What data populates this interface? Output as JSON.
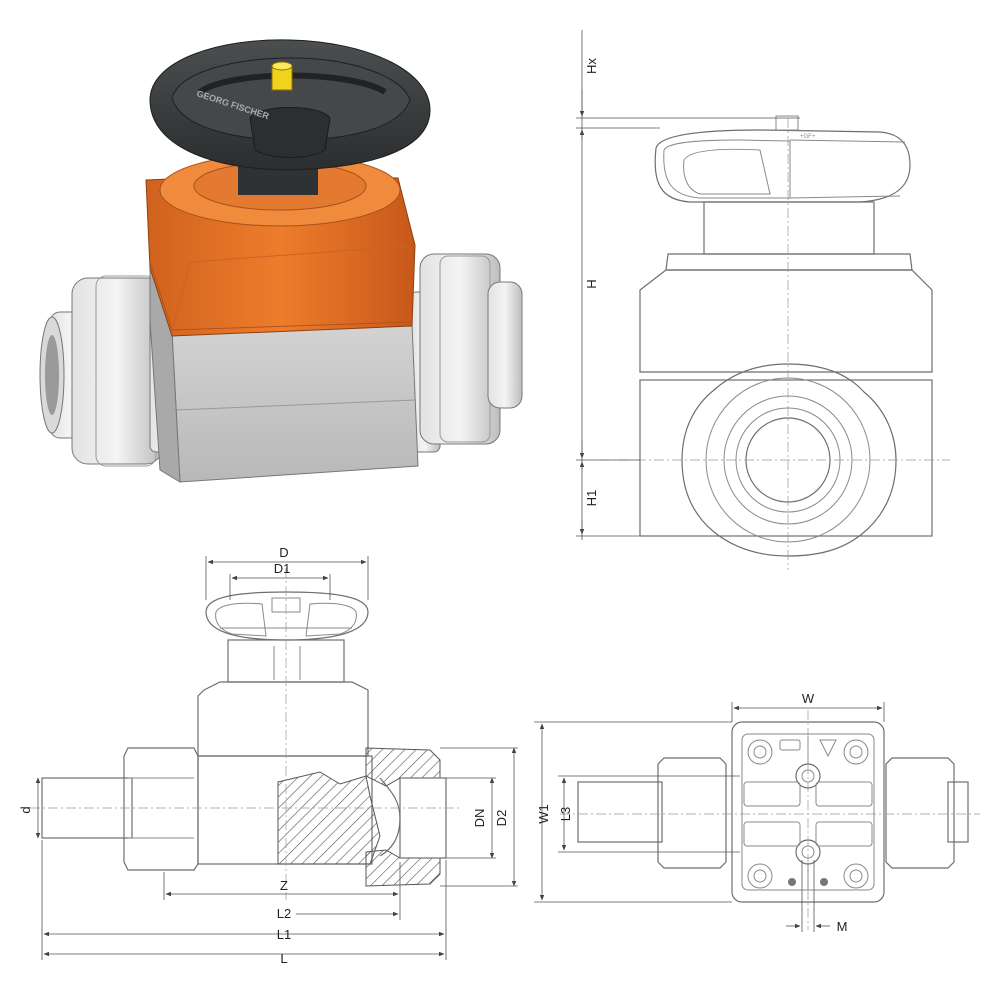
{
  "brand_logo_text": "GEORG FISCHER",
  "handwheel_label": "+GF+",
  "dimension_labels": {
    "Hx": "Hx",
    "H": "H",
    "H1": "H1",
    "D": "D",
    "D1": "D1",
    "d": "d",
    "DN": "DN",
    "D2": "D2",
    "Z": "Z",
    "L2": "L2",
    "L1": "L1",
    "L": "L",
    "W": "W",
    "W1": "W1",
    "L3": "L3",
    "M": "M"
  },
  "colors": {
    "handwheel": "#3a3d3e",
    "bonnet": "#e8762a",
    "body": "#c9c9c9",
    "indicator": "#f1d21c",
    "line": "#8a8a8a"
  }
}
